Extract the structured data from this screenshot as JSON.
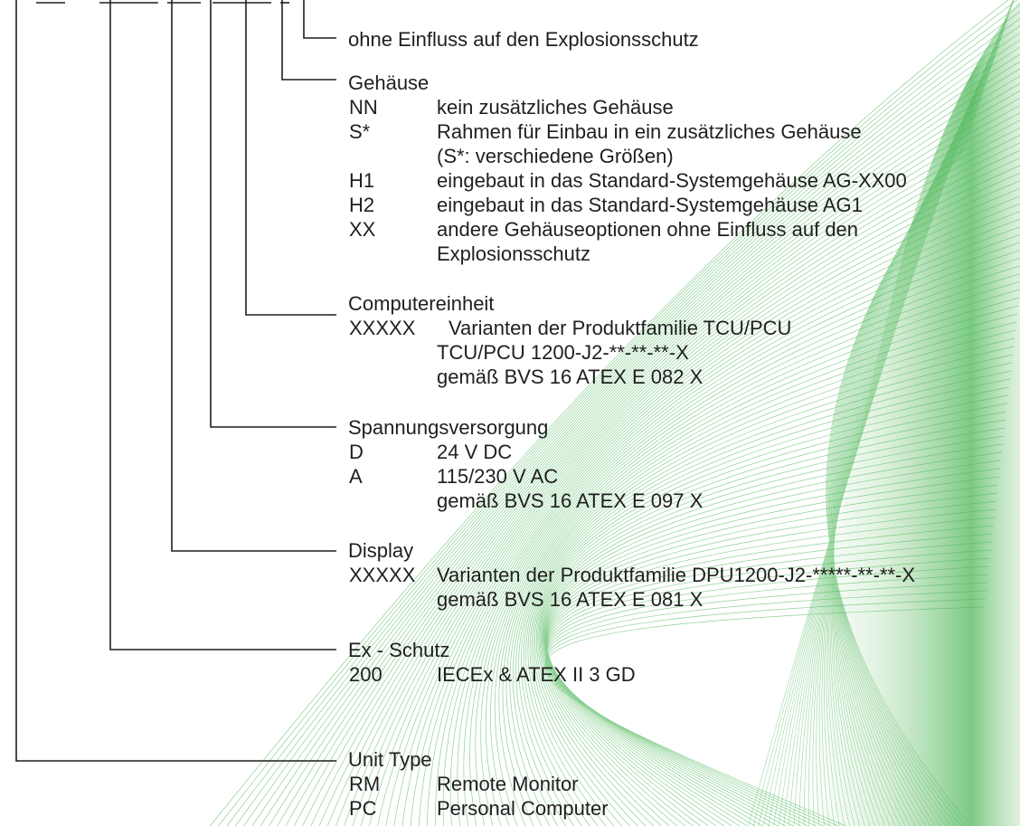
{
  "sections": {
    "no_influence": {
      "text": "ohne Einfluss auf den Explosionsschutz"
    },
    "housing": {
      "heading": "Gehäuse",
      "items": [
        {
          "code": "NN",
          "desc": "kein zusätzliches Gehäuse"
        },
        {
          "code": "S*",
          "desc": "Rahmen für Einbau in ein zusätzliches Gehäuse",
          "desc2": "(S*: verschiedene Größen)"
        },
        {
          "code": "H1",
          "desc": "eingebaut in das Standard-Systemgehäuse AG-XX00"
        },
        {
          "code": "H2",
          "desc": "eingebaut in das Standard-Systemgehäuse AG1"
        },
        {
          "code": "XX",
          "desc": "andere Gehäuseoptionen ohne Einfluss auf den",
          "desc2": "Explosionsschutz"
        }
      ]
    },
    "computer": {
      "heading": "Computereinheit",
      "code": "XXXXX",
      "desc": "Varianten der Produktfamilie TCU/PCU",
      "desc2": "TCU/PCU 1200-J2-**-**-**-X",
      "desc3": "gemäß BVS 16 ATEX E 082 X"
    },
    "power": {
      "heading": "Spannungsversorgung",
      "items": [
        {
          "code": "D",
          "desc": "24 V DC"
        },
        {
          "code": "A",
          "desc": "115/230 V AC"
        }
      ],
      "note": "gemäß BVS 16 ATEX E 097 X"
    },
    "display": {
      "heading": "Display",
      "code": "XXXXX",
      "desc": "Varianten der Produktfamilie DPU1200-J2-*****-**-**-X",
      "desc2": "gemäß BVS 16 ATEX E 081 X"
    },
    "ex": {
      "heading": "Ex - Schutz",
      "items": [
        {
          "code": "200",
          "desc": "IECEx & ATEX II 3 GD"
        }
      ]
    },
    "unit": {
      "heading": "Unit Type",
      "items": [
        {
          "code": "RM",
          "desc": "Remote Monitor"
        },
        {
          "code": "PC",
          "desc": "Personal Computer"
        }
      ]
    }
  },
  "colors": {
    "line": "#1f1f1f",
    "green": "#4fb85a",
    "green_light": "#bfe3bf",
    "text": "#1f1f1f"
  }
}
